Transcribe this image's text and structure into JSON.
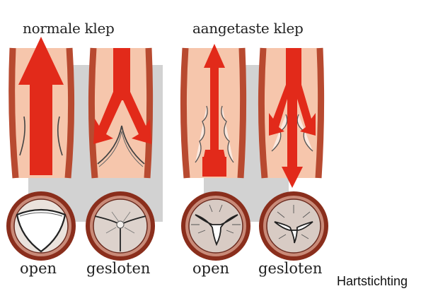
{
  "titles": {
    "normal_valve": "normale klep",
    "affected_valve": "aangetaste klep"
  },
  "captions": [
    "open",
    "gesloten",
    "open",
    "gesloten"
  ],
  "credit": "Hartstichting",
  "colors": {
    "vessel_fill": "#f6c6ac",
    "vessel_wall": "#b84a30",
    "arrow": "#e22a1a",
    "backdrop": "#d2d2d2",
    "valve_ring": "#8a2e1c"
  }
}
